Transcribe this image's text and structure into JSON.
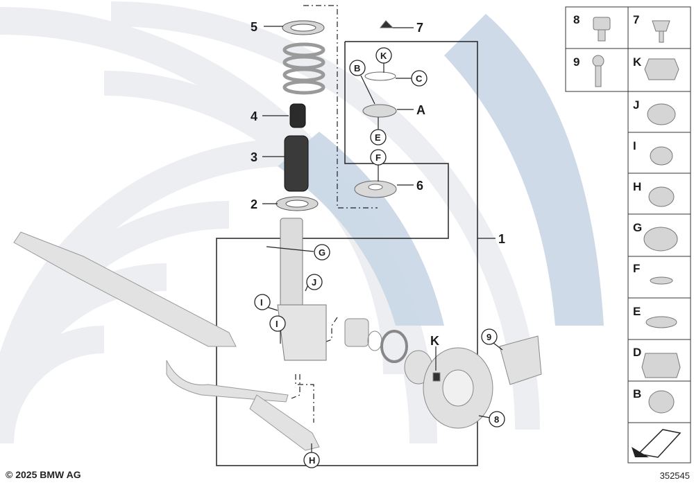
{
  "copyright": "© 2025 BMW AG",
  "diagram_number": "352545",
  "colors": {
    "background_arc": "#e9ebee",
    "wedge": "#c9d6e6",
    "line": "#222222",
    "part": "#cfcfcf"
  },
  "callouts": {
    "n1": "1",
    "n2": "2",
    "n3": "3",
    "n4": "4",
    "n5": "5",
    "n6": "6",
    "n7": "7",
    "n8": "8",
    "n9": "9",
    "A": "A",
    "B": "B",
    "C": "C",
    "E": "E",
    "F": "F",
    "G": "G",
    "H": "H",
    "I1": "I",
    "I2": "I",
    "J": "J",
    "K1": "K",
    "K2": "K"
  },
  "side_table": {
    "row1_left": "8",
    "row1_right": "7",
    "row2_left": "9",
    "row2_right": "K",
    "items": [
      "J",
      "I",
      "H",
      "G",
      "F",
      "E",
      "D",
      "B"
    ]
  }
}
